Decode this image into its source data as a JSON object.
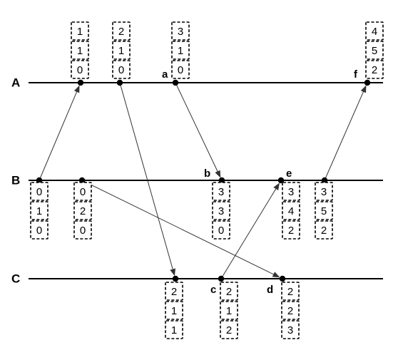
{
  "processes": [
    {
      "id": "A",
      "label": "A"
    },
    {
      "id": "B",
      "label": "B"
    },
    {
      "id": "C",
      "label": "C"
    }
  ],
  "event_labels": {
    "a": "a",
    "b": "b",
    "c": "c",
    "d": "d",
    "e": "e",
    "f": "f"
  },
  "vector_clocks": [
    {
      "id": "A1",
      "values": [
        "1",
        "1",
        "0"
      ]
    },
    {
      "id": "A2",
      "values": [
        "2",
        "1",
        "0"
      ]
    },
    {
      "id": "A3",
      "values": [
        "3",
        "1",
        "0"
      ]
    },
    {
      "id": "A4",
      "values": [
        "4",
        "5",
        "2"
      ]
    },
    {
      "id": "B1",
      "values": [
        "0",
        "1",
        "0"
      ]
    },
    {
      "id": "B2",
      "values": [
        "0",
        "2",
        "0"
      ]
    },
    {
      "id": "B3",
      "values": [
        "3",
        "3",
        "0"
      ]
    },
    {
      "id": "B4",
      "values": [
        "3",
        "4",
        "2"
      ]
    },
    {
      "id": "B5",
      "values": [
        "3",
        "5",
        "2"
      ]
    },
    {
      "id": "C1",
      "values": [
        "2",
        "1",
        "1"
      ]
    },
    {
      "id": "C2",
      "values": [
        "2",
        "1",
        "2"
      ]
    },
    {
      "id": "C3",
      "values": [
        "2",
        "2",
        "3"
      ]
    }
  ],
  "messages": [
    {
      "from": "B1",
      "to": "A1"
    },
    {
      "from": "A2",
      "to": "C1"
    },
    {
      "from": "A3",
      "to": "B3"
    },
    {
      "from": "B2",
      "to": "C3"
    },
    {
      "from": "C2",
      "to": "B4"
    },
    {
      "from": "B5",
      "to": "A4"
    }
  ]
}
